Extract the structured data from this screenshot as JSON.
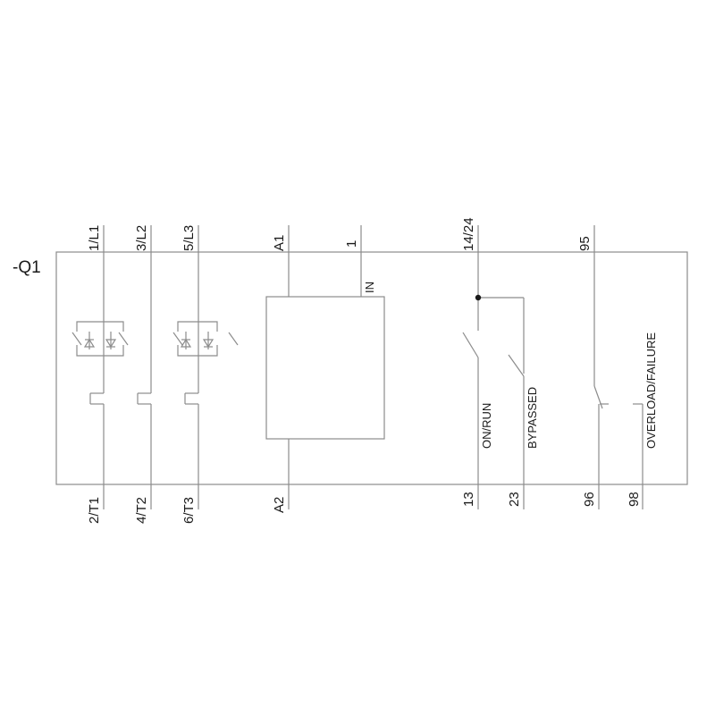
{
  "device": {
    "tag": "-Q1"
  },
  "terminals": {
    "top": [
      "1/L1",
      "3/L2",
      "5/L3",
      "A1",
      "1",
      "14/24",
      "95"
    ],
    "bottom": [
      "2/T1",
      "4/T2",
      "6/T3",
      "A2",
      "13",
      "23",
      "96",
      "98"
    ]
  },
  "input_label": "IN",
  "contact_labels": {
    "on_run": "ON/RUN",
    "bypassed": "BYPASSED",
    "overload": "OVERLOAD/FAILURE"
  },
  "colors": {
    "line": "#8c8c8c",
    "text": "#1a1a1a"
  }
}
